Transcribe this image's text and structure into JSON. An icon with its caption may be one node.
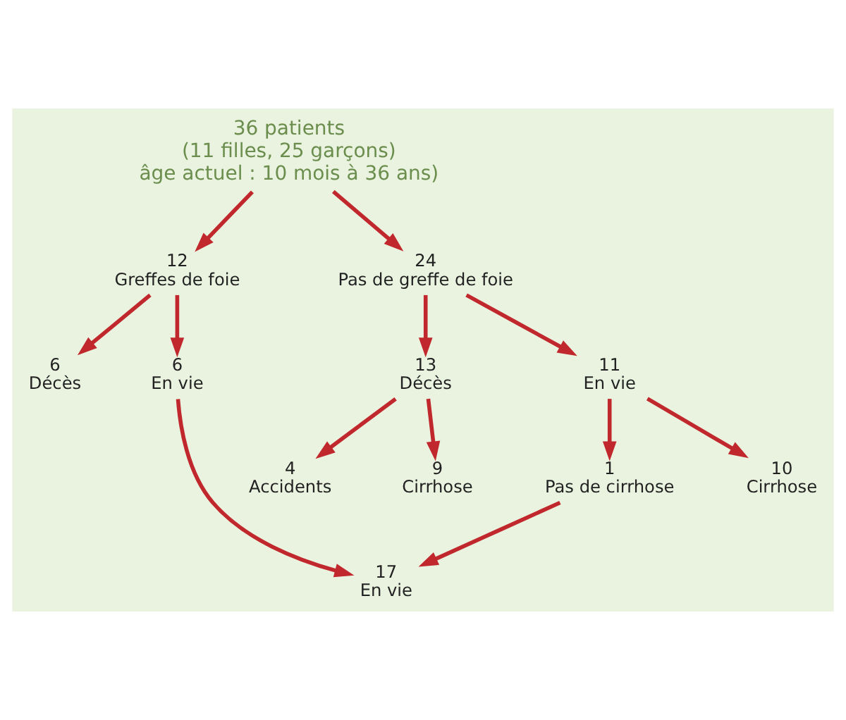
{
  "diagram": {
    "nodes": [
      {
        "text": [
          "36 patients",
          "(11 filles, 25 garçons)",
          "âge actuel : 10 mois à 36 ans)"
        ]
      },
      {
        "text": [
          "12",
          "Greffes de foie"
        ]
      },
      {
        "text": [
          "24",
          "Pas de greffe de foie"
        ]
      },
      {
        "text": [
          "6",
          "Décès"
        ]
      },
      {
        "text": [
          "6",
          "En vie"
        ]
      },
      {
        "text": [
          "13",
          "Décès"
        ]
      },
      {
        "text": [
          "11",
          "En vie"
        ]
      },
      {
        "text": [
          "4",
          "Accidents"
        ]
      },
      {
        "text": [
          "9",
          "Cirrhose"
        ]
      },
      {
        "text": [
          "1",
          "Pas de cirrhose"
        ]
      },
      {
        "text": [
          "10",
          "Cirrhose"
        ]
      },
      {
        "text": [
          "17",
          "En vie"
        ]
      }
    ],
    "edges": [
      {
        "from": 0,
        "to": 1,
        "arrow": "to"
      },
      {
        "from": 0,
        "to": 2,
        "arrow": "to"
      },
      {
        "from": 1,
        "to": 3,
        "arrow": "to"
      },
      {
        "from": 1,
        "to": 4,
        "arrow": "to"
      },
      {
        "from": 2,
        "to": 5,
        "arrow": "to"
      },
      {
        "from": 2,
        "to": 6,
        "arrow": "to"
      },
      {
        "from": 5,
        "to": 7,
        "arrow": "to"
      },
      {
        "from": 5,
        "to": 8,
        "arrow": "to"
      },
      {
        "from": 6,
        "to": 9,
        "arrow": "to"
      },
      {
        "from": 6,
        "to": 10,
        "arrow": "to"
      },
      {
        "from": 4,
        "to": 11,
        "arrow": "to"
      },
      {
        "from": 9,
        "to": 11,
        "arrow": "to"
      }
    ]
  }
}
